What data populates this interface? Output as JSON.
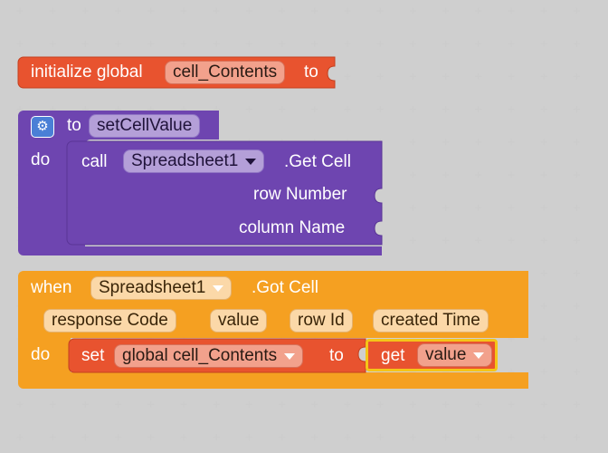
{
  "colors": {
    "variables": "#e8532f",
    "procedures": "#6e45b0",
    "events": "#f5a021",
    "canvas": "#ffffff"
  },
  "init_block": {
    "keyword": "initialize global",
    "var_name": "cell_Contents",
    "to_label": "to"
  },
  "procedure_block": {
    "gear_icon": "gear-icon",
    "to_label": "to",
    "name": "setCellValue",
    "do_label": "do",
    "call": {
      "call_label": "call",
      "component": "Spreadsheet1",
      "method": ".Get Cell",
      "param1": "row Number",
      "param2": "column Name"
    }
  },
  "event_block": {
    "when_label": "when",
    "component": "Spreadsheet1",
    "event": ".Got Cell",
    "params": [
      "response Code",
      "value",
      "row Id",
      "created Time"
    ],
    "do_label": "do",
    "set": {
      "set_label": "set",
      "variable": "global cell_Contents",
      "to_label": "to",
      "get_label": "get",
      "get_var": "value"
    }
  }
}
